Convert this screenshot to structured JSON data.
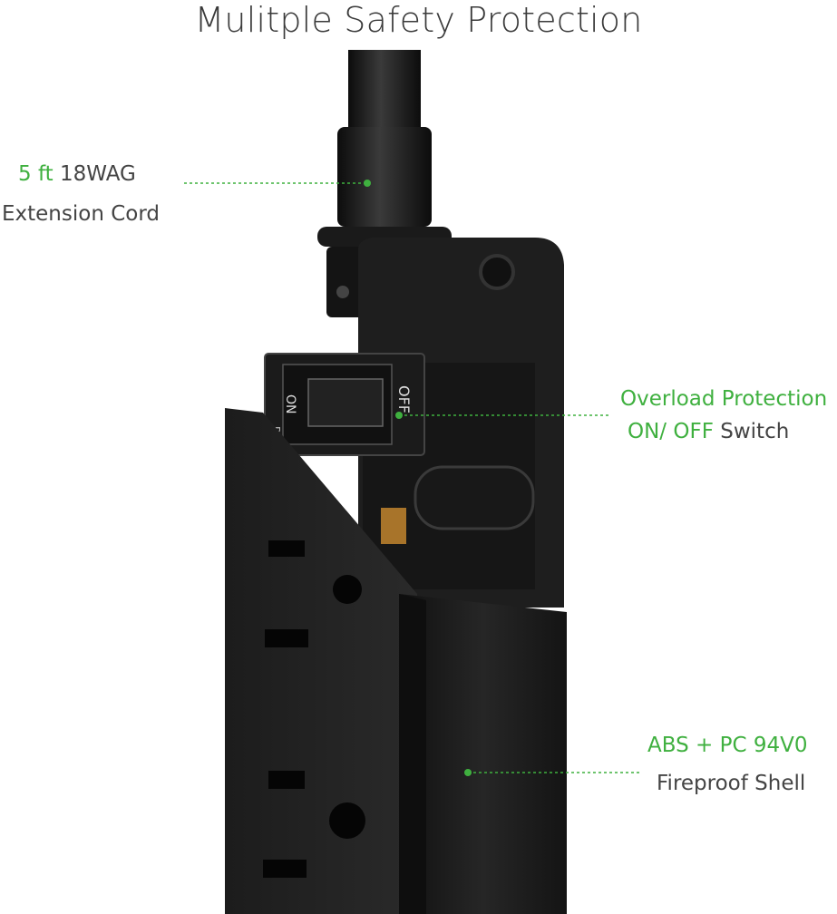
{
  "title": "Mulitple Safety Protection",
  "callouts": {
    "cord": {
      "green": "5 ft",
      "gray": " 18WAG",
      "line2": "Extension Cord"
    },
    "switch": {
      "line1": "Overload Protection",
      "green2": "ON/ OFF",
      "gray2": " Switch"
    },
    "shell": {
      "line1": "ABS + PC 94V0",
      "line2": "Fireproof Shell"
    }
  },
  "switch_labels": {
    "on": "ON",
    "reset": "RESET",
    "off": "OFF"
  },
  "colors": {
    "accent_green": "#3fb03f",
    "text_gray": "#444444",
    "product_black": "#1a1a1a"
  }
}
